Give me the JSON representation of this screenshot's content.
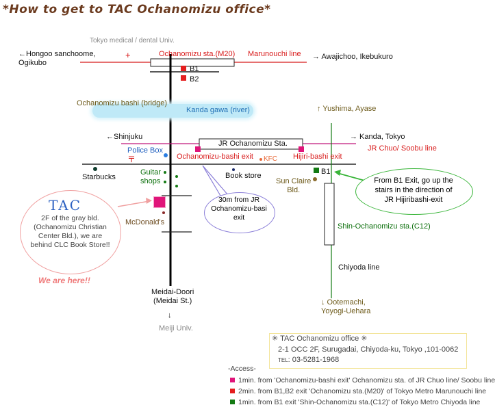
{
  "title": "*How to get to TAC Ochanomizu office*",
  "labels": {
    "tokyo_med": "Tokyo medical / dental Univ.",
    "hongoo": "←Hongoo sanchoome,\nOgikubo",
    "plus": "+",
    "ochanomizu_sta": "Ochanomizu sta.(M20)",
    "marunouchi": "Marunouchi line",
    "awajichoo": "→ Awajichoo, Ikebukuro",
    "b1": "B1",
    "b2": "B2",
    "bridge": "Ochanomizu bashi (bridge)",
    "river": "Kanda gawa (river)",
    "yushima": "↑ Yushima, Ayase",
    "shinjuku": "←Shinjuku",
    "jr_sta": "JR Ochanomizu Sta.",
    "kanda": "→ Kanda, Tokyo",
    "chuo": "JR Chuo/ Soobu line",
    "police": "Police Box",
    "police_mark": "〒",
    "ochanomizu_bashi_exit": "Ochanomizu-bashi exit",
    "kfc": "KFC",
    "hijiri_exit": "Hijiri-bashi exit",
    "starbucks": "Starbucks",
    "guitar": "Guitar\nshops",
    "bookstore": "Book store",
    "sun_claire": "Sun Claire\nBld.",
    "b1_green": "B1",
    "mcdonalds": "McDonald's",
    "shin_ochanomizu": "Shin-Ochanomizu sta.(C12)",
    "chiyoda": "Chiyoda line",
    "meidai": "Meidai-Doori\n(Meidai St.)",
    "down_arrow": "↓",
    "meiji": "Meiji Univ.",
    "ootemachi": "↓ Ootemachi,\nYoyogi-Uehara"
  },
  "tac": {
    "heading": "TAC",
    "body": "2F of the gray bld. (Ochanomizu Christian Center Bld.), we are behind CLC Book Store!!",
    "here": "We are here!!"
  },
  "green_callout": "From B1 Exit, go up the\nstairs in the direction of\nJR Hijiribashi-exit",
  "blue_callout": "30m from JR\nOchanomizu-basi\nexit",
  "info": {
    "title": "✳ TAC Ochanomizu office ✳",
    "address": "2-1 OCC 2F, Surugadai, Chiyoda-ku, Tokyo ,101-0062",
    "tel_label": "TEL",
    "tel": ": 03-5281-1968"
  },
  "access": {
    "title": "-Access-",
    "items": [
      {
        "color": "#e0157a",
        "text": "1min. from 'Ochanomizu-bashi exit' Ochanomizu sta. of JR Chuo line/ Soobu line"
      },
      {
        "color": "#e41e1e",
        "text": "2min. from B1,B2 exit 'Ochanomizu sta.(M20)' of Tokyo Metro Marunouchi line"
      },
      {
        "color": "#137a13",
        "text": "1min. from B1 exit 'Shin-Ochanomizu sta.(C12)' of Tokyo Metro Chiyoda line"
      }
    ]
  },
  "colors": {
    "marunouchi": "#d81b1b",
    "chuo": "#c0187c",
    "chiyoda": "#137a13",
    "river": "#bfe9f7",
    "tac_marker": "#e0157a",
    "callout_green": "#39b539",
    "callout_blue": "#8a7ed8",
    "callout_pink": "#f0a0a0"
  }
}
